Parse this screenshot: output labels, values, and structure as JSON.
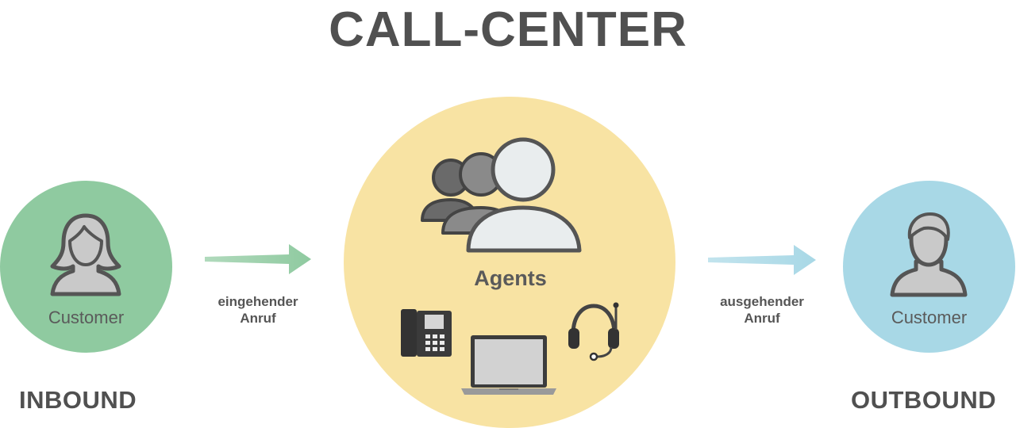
{
  "title": "CALL-CENTER",
  "colors": {
    "inbound": "#8fcaa0",
    "center": "#f8e3a3",
    "outbound": "#a8d8e6",
    "text": "#505050"
  },
  "inbound": {
    "label": "INBOUND",
    "customer": "Customer",
    "flow_line1": "eingehender",
    "flow_line2": "Anruf",
    "icon": "female-user-icon"
  },
  "center": {
    "agents": "Agents",
    "icons": [
      "agents-group-icon",
      "desk-phone-icon",
      "laptop-icon",
      "headset-icon"
    ]
  },
  "outbound": {
    "label": "OUTBOUND",
    "customer": "Customer",
    "flow_line1": "ausgehender",
    "flow_line2": "Anruf",
    "icon": "male-user-icon"
  }
}
